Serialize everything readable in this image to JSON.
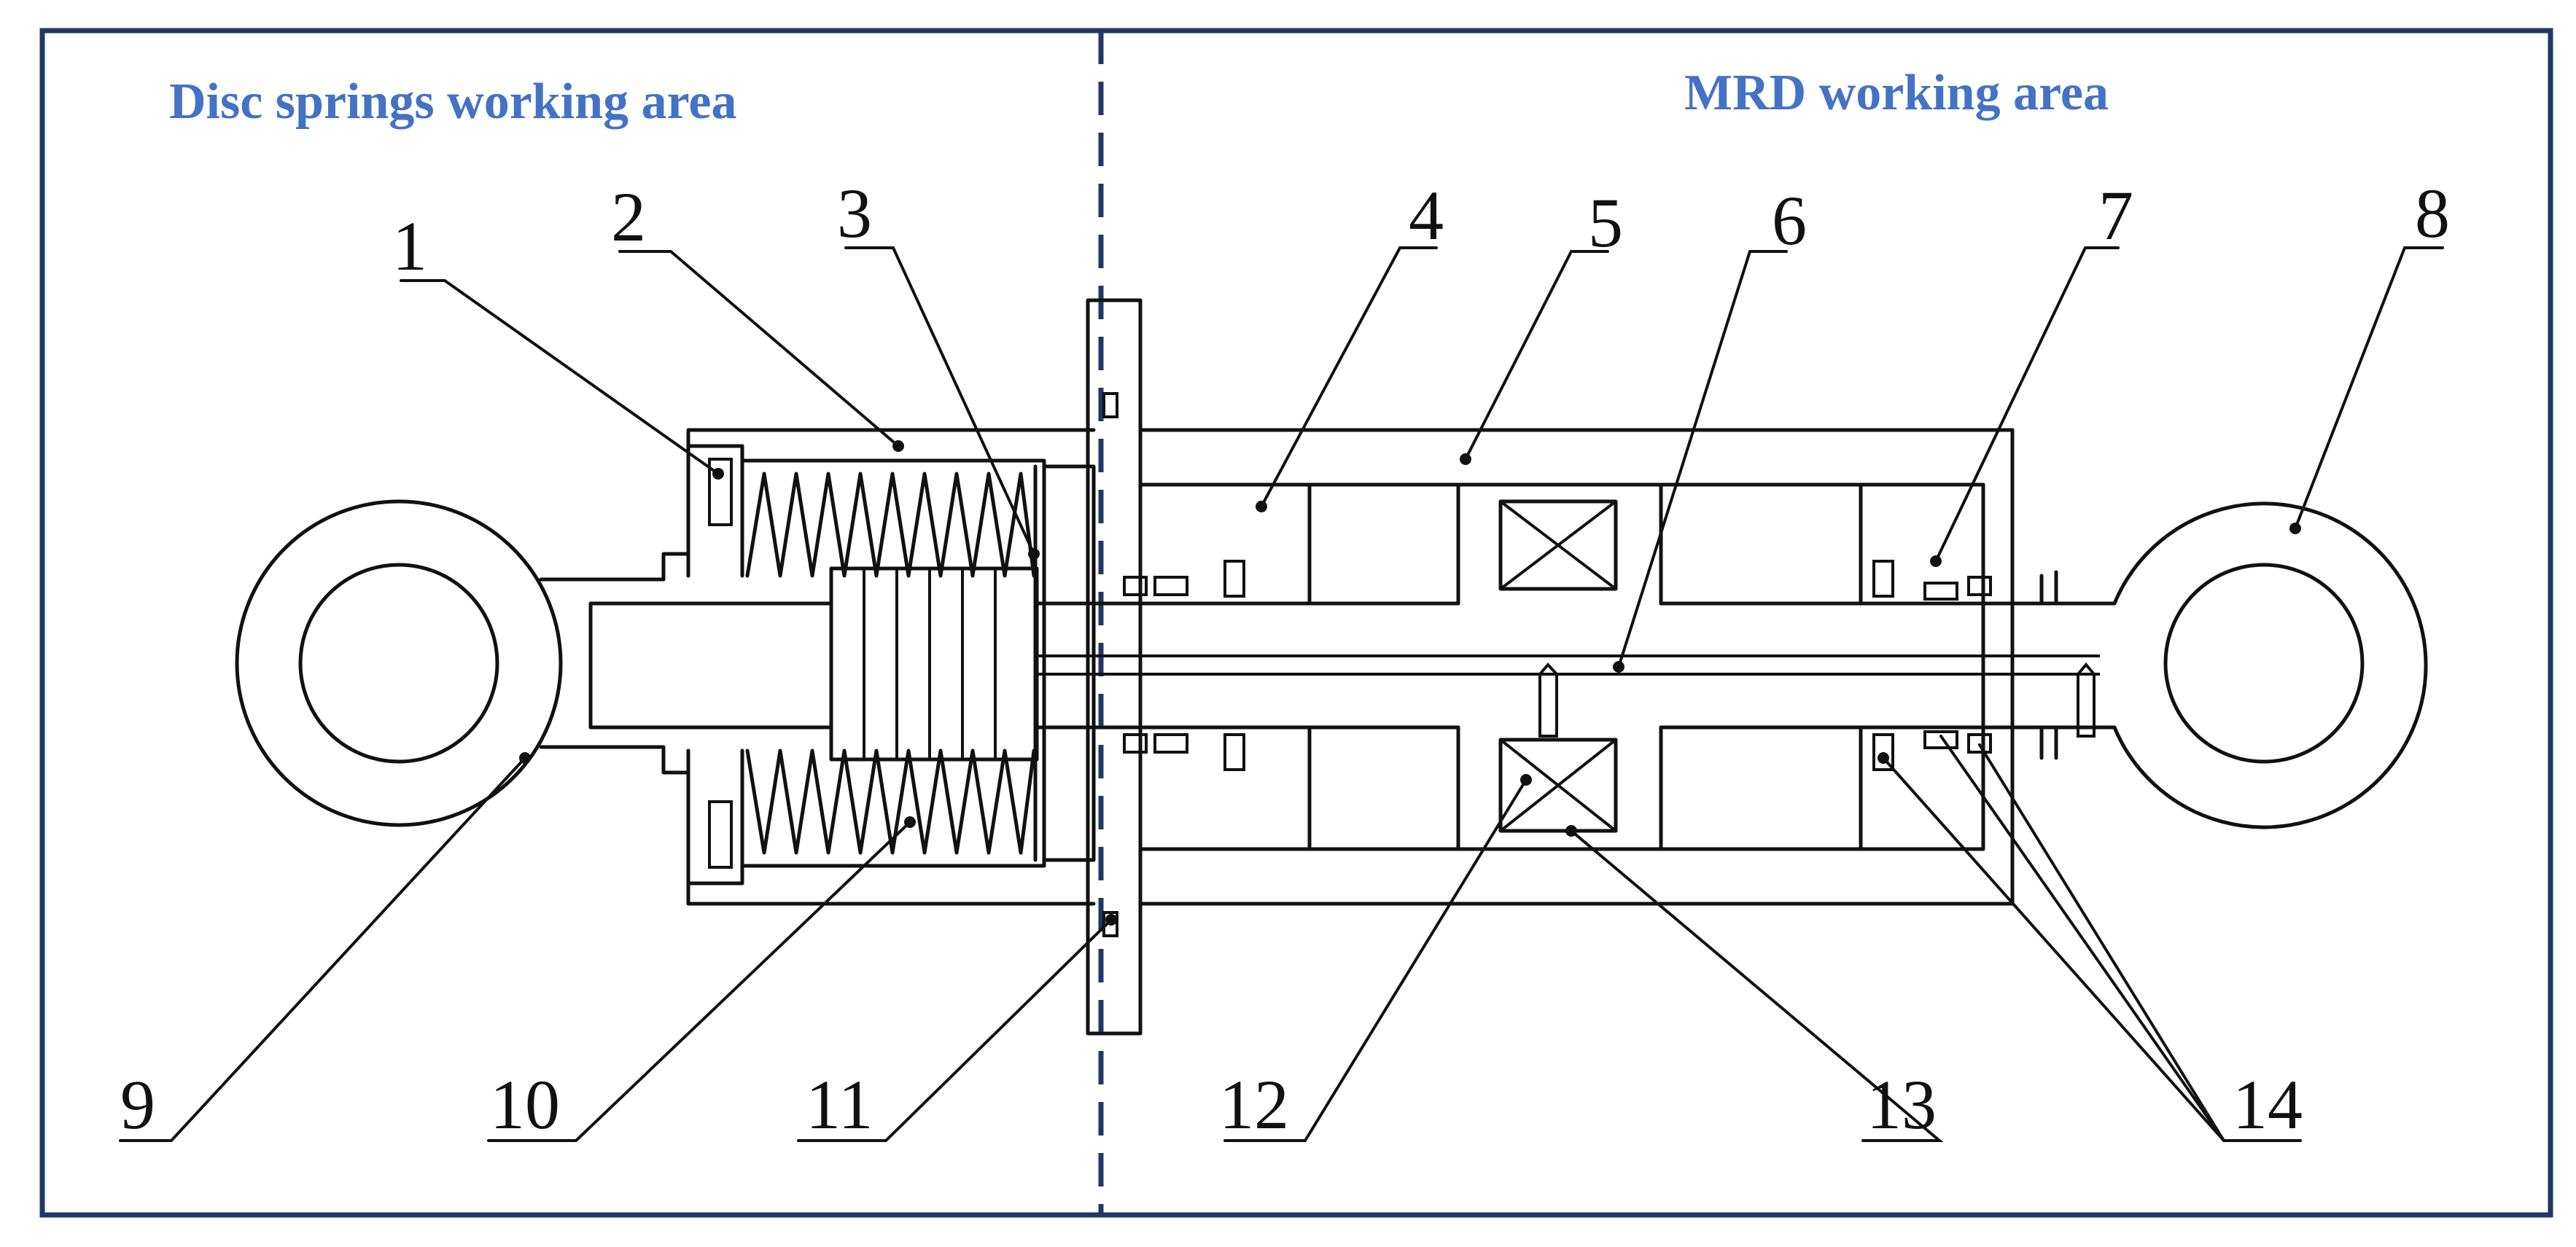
{
  "regions": {
    "left_title": "Disc springs working area",
    "right_title": "MRD working area"
  },
  "parts": [
    {
      "id": "1",
      "label": "1"
    },
    {
      "id": "2",
      "label": "2"
    },
    {
      "id": "3",
      "label": "3"
    },
    {
      "id": "4",
      "label": "4"
    },
    {
      "id": "5",
      "label": "5"
    },
    {
      "id": "6",
      "label": "6"
    },
    {
      "id": "7",
      "label": "7"
    },
    {
      "id": "8",
      "label": "8"
    },
    {
      "id": "9",
      "label": "9"
    },
    {
      "id": "10",
      "label": "10"
    },
    {
      "id": "11",
      "label": "11"
    },
    {
      "id": "12",
      "label": "12"
    },
    {
      "id": "13",
      "label": "13"
    },
    {
      "id": "14",
      "label": "14"
    }
  ],
  "colors": {
    "frame": "#1f3864",
    "title_text": "#4472c4",
    "drawing": "#111111"
  }
}
